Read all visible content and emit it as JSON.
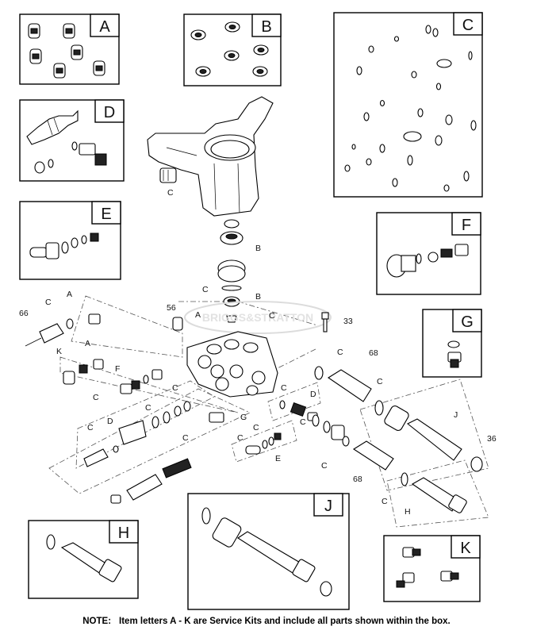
{
  "kits": [
    {
      "letter": "A"
    },
    {
      "letter": "B"
    },
    {
      "letter": "C"
    },
    {
      "letter": "D"
    },
    {
      "letter": "E"
    },
    {
      "letter": "F"
    },
    {
      "letter": "G"
    },
    {
      "letter": "H"
    },
    {
      "letter": "J"
    },
    {
      "letter": "K"
    }
  ],
  "callouts": [
    "C",
    "B",
    "C",
    "B",
    "A",
    "C",
    "56",
    "33",
    "66",
    "C",
    "A",
    "K",
    "A",
    "C",
    "F",
    "C",
    "C",
    "D",
    "C",
    "C",
    "G",
    "C",
    "C",
    "E",
    "C",
    "D",
    "C",
    "C",
    "68",
    "C",
    "J",
    "36",
    "C",
    "68",
    "C",
    "H"
  ],
  "watermark": "BRIGGS&STRATTON",
  "note": {
    "label": "NOTE:",
    "text": "Item letters A - K are Service Kits and include all parts shown within the box."
  }
}
